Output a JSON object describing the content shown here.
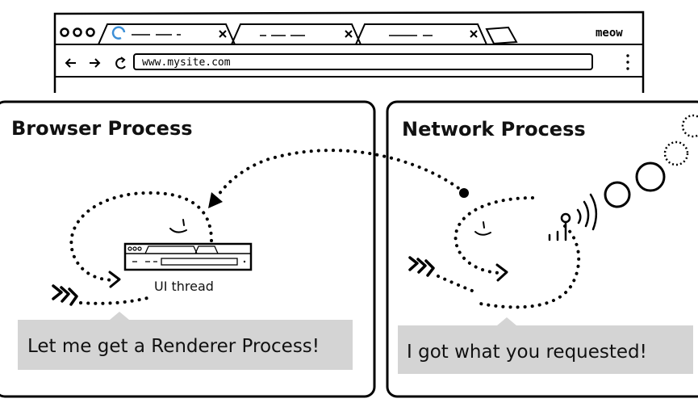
{
  "browser_window": {
    "brand": "meow",
    "address": "www.mysite.com",
    "tabs": [
      {
        "label": "",
        "has_spinner": true
      },
      {
        "label": ""
      },
      {
        "label": ""
      }
    ]
  },
  "panels": {
    "browser_process": {
      "title": "Browser Process",
      "thread_label": "UI thread",
      "bubble": "Let me get a Renderer Process!"
    },
    "network_process": {
      "title": "Network Process",
      "bubble": "I got what you requested!"
    }
  },
  "colors": {
    "ink": "#000000",
    "bubble": "#d4d4d4",
    "spinner": "#3c8fd7"
  }
}
